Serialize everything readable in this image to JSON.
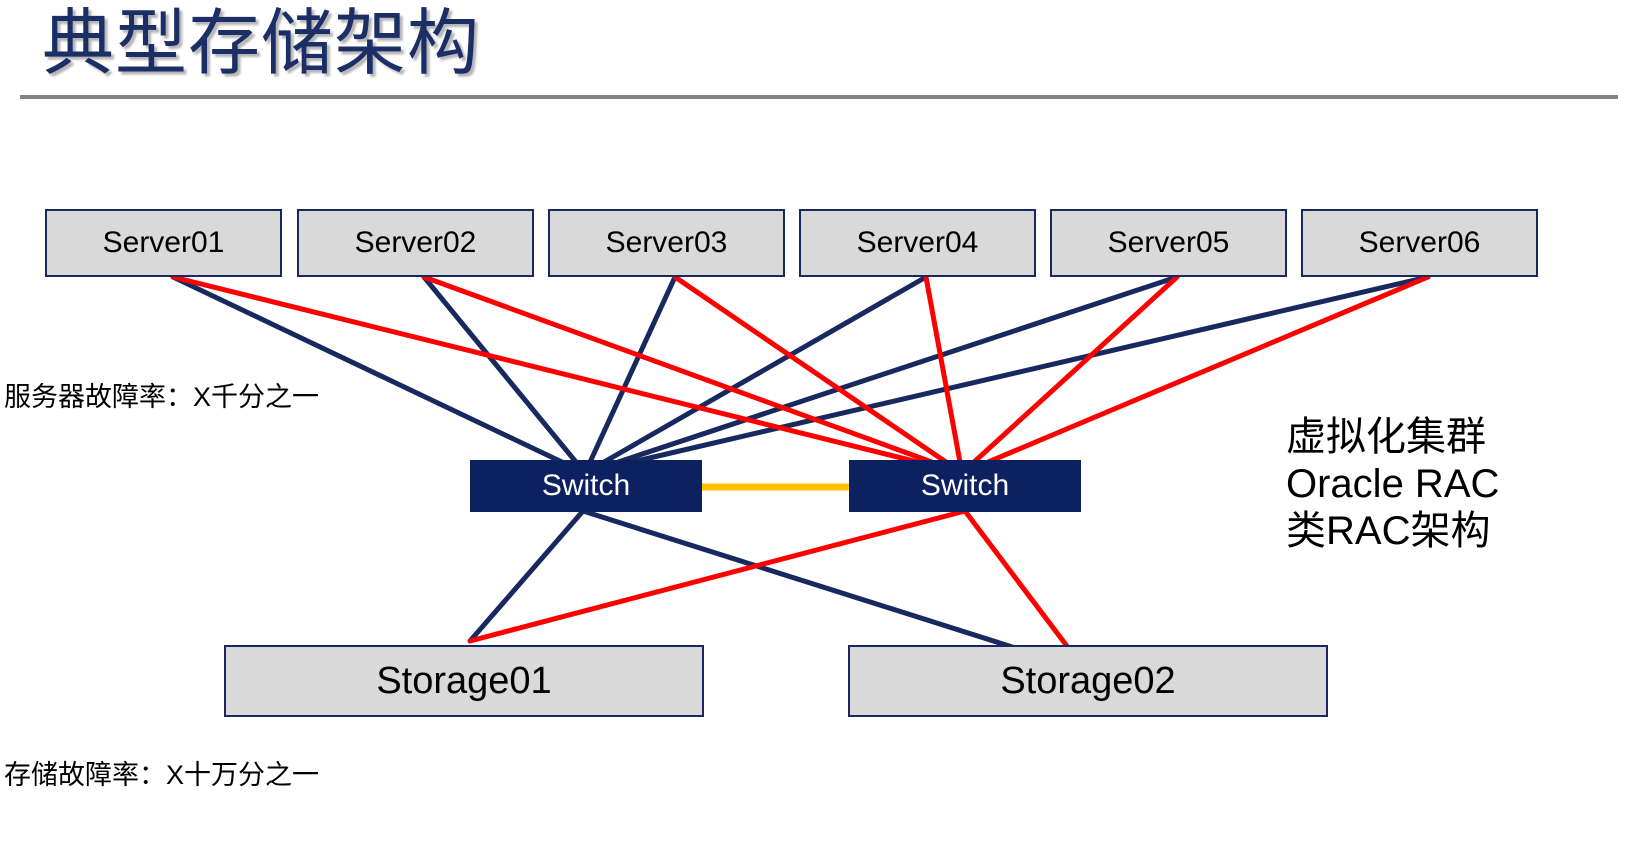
{
  "slide": {
    "title": "典型存储架构",
    "accent_navy": "#0d2160",
    "accent_red": "#FF0000",
    "accent_gold": "#FFC000",
    "box_fill": "#d9d9d9",
    "box_border": "#17295e",
    "rule_color": "#808285"
  },
  "servers": [
    {
      "label": "Server01"
    },
    {
      "label": "Server02"
    },
    {
      "label": "Server03"
    },
    {
      "label": "Server04"
    },
    {
      "label": "Server05"
    },
    {
      "label": "Server06"
    }
  ],
  "switches": [
    {
      "label": "Switch"
    },
    {
      "label": "Switch"
    }
  ],
  "storages": [
    {
      "label": "Storage01"
    },
    {
      "label": "Storage02"
    }
  ],
  "annotations": {
    "server_failure_rate": "服务器故障率：X千分之一",
    "storage_failure_rate": "存储故障率：X十万分之一"
  },
  "side_note": {
    "line1": "虚拟化集群",
    "line2": "Oracle RAC",
    "line3": "类RAC架构"
  }
}
